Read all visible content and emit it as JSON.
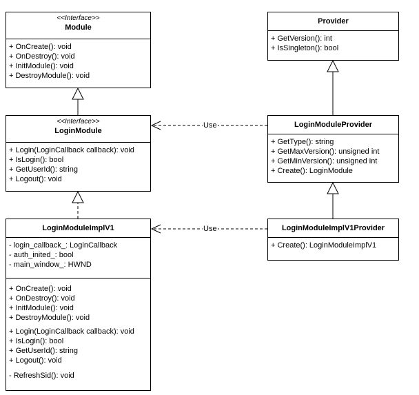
{
  "classes": {
    "module": {
      "stereotype": "<<Interface>>",
      "name": "Module",
      "members": [
        "+ OnCreate(): void",
        "+ OnDestroy(): void",
        "+ InitModule(): void",
        "+ DestroyModule(): void"
      ]
    },
    "provider": {
      "name": "Provider",
      "members": [
        "+ GetVersion(): int",
        "+ IsSingleton(): bool"
      ]
    },
    "login_module": {
      "stereotype": "<<Interface>>",
      "name": "LoginModule",
      "members": [
        "+ Login(LoginCallback callback): void",
        "+ IsLogin(): bool",
        "+ GetUserId(): string",
        "+ Logout(): void"
      ]
    },
    "login_module_provider": {
      "name": "LoginModuleProvider",
      "members": [
        "+ GetType(): string",
        "+ GetMaxVersion(): unsigned int",
        "+ GetMinVersion(): unsigned int",
        "+ Create(): LoginModule"
      ]
    },
    "login_module_impl": {
      "name": "LoginModuleImplV1",
      "attributes": [
        "- login_callback_: LoginCallback",
        "- auth_inited_: bool",
        "- main_window_: HWND"
      ],
      "methods_a": [
        "+ OnCreate(): void",
        "+ OnDestroy(): void",
        "+ InitModule(): void",
        "+ DestroyModule(): void"
      ],
      "methods_b": [
        "+ Login(LoginCallback callback): void",
        "+ IsLogin(): bool",
        "+ GetUserId(): string",
        "+ Logout(): void"
      ],
      "methods_c": [
        "- RefreshSid(): void"
      ]
    },
    "login_module_impl_provider": {
      "name": "LoginModuleImplV1Provider",
      "members": [
        "+ Create(): LoginModuleImplV1"
      ]
    }
  },
  "edges": {
    "use_label_1": "Use",
    "use_label_2": "Use"
  }
}
